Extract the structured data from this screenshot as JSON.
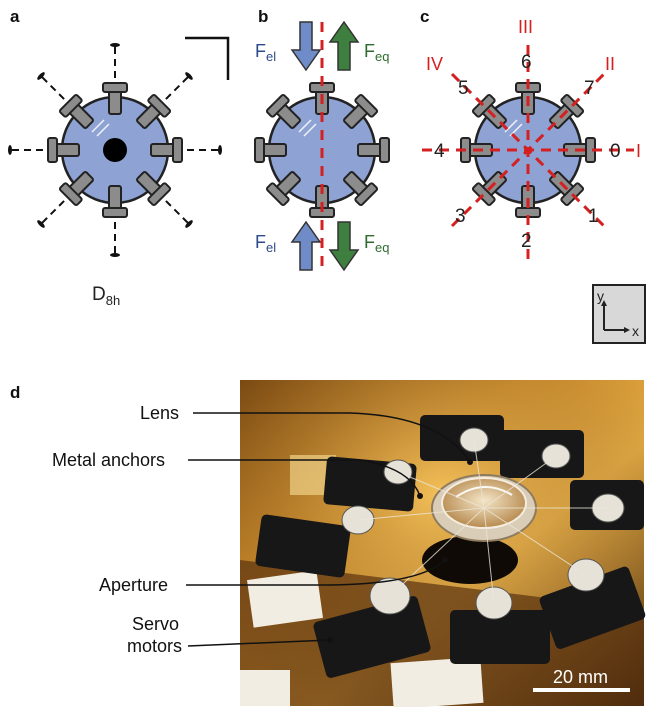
{
  "panels": {
    "a": {
      "letter": "a",
      "symmetry_main": "D",
      "symmetry_sub": "8h"
    },
    "b": {
      "letter": "b",
      "force_el_main": "F",
      "force_el_sub": "el",
      "force_eq_main": "F",
      "force_eq_sub": "eq"
    },
    "c": {
      "letter": "c",
      "numbers": [
        "0",
        "1",
        "2",
        "3",
        "4",
        "5",
        "6",
        "7"
      ],
      "axes": [
        "I",
        "II",
        "III",
        "IV"
      ],
      "coord_x": "x",
      "coord_y": "y"
    },
    "d": {
      "letter": "d",
      "callouts": [
        "Lens",
        "Metal anchors",
        "Aperture",
        "Servo",
        "motors"
      ],
      "scale_bar": "20 mm"
    }
  },
  "colors": {
    "lens_fill": "#8ea2d4",
    "anchor_gray": "#8c8c8c",
    "axis_red": "#d42020",
    "arrow_blue": "#6f8cc8",
    "arrow_green": "#3e7e3e",
    "text_blue": "#2d4a8a",
    "text_green": "#2f6b2f"
  }
}
